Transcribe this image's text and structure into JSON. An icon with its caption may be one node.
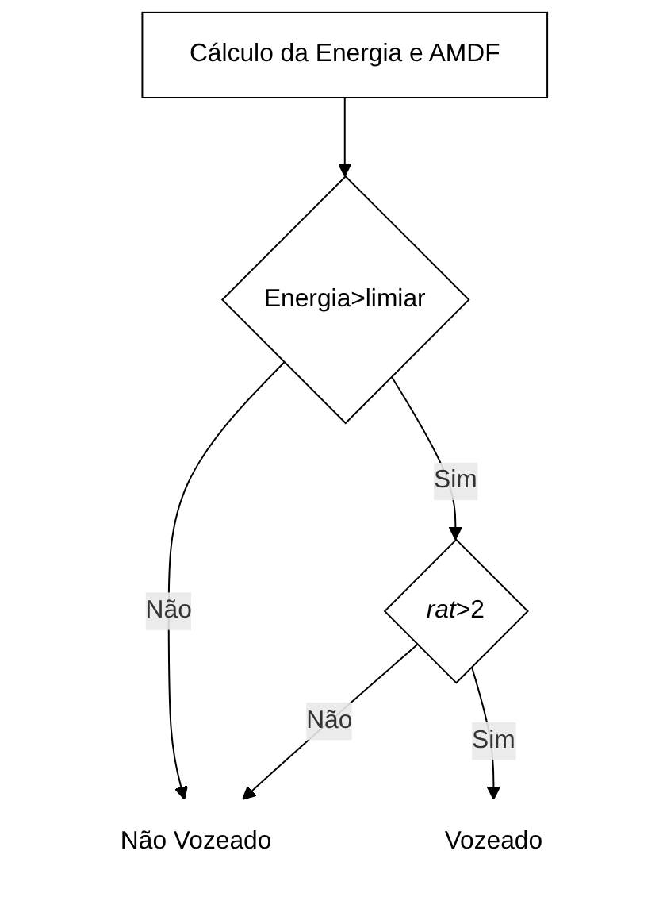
{
  "diagram": {
    "nodes": [
      {
        "text": [
          "Cálculo da Energia e AMDF"
        ]
      },
      {
        "text": [
          "Energia>limiar"
        ]
      },
      {
        "text": [
          "*rat*>2"
        ]
      },
      {
        "text": [
          "Não Vozeado"
        ]
      },
      {
        "text": [
          "Vozeado"
        ]
      }
    ],
    "edges": [
      {
        "from": 0,
        "to": 1,
        "arrow": "to"
      },
      {
        "from": 1,
        "to": 2,
        "arrow": "to",
        "label": "Sim"
      },
      {
        "from": 1,
        "to": 3,
        "arrow": "to",
        "label": "Não"
      },
      {
        "from": 2,
        "to": 3,
        "arrow": "to",
        "label": "Não"
      },
      {
        "from": 2,
        "to": 4,
        "arrow": "to",
        "label": "Sim"
      }
    ]
  }
}
